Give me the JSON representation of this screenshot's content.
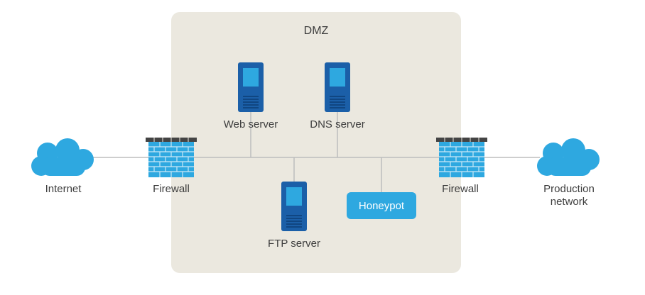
{
  "zone": {
    "title": "DMZ"
  },
  "nodes": {
    "internet": "Internet",
    "firewall_left": "Firewall",
    "web_server": "Web server",
    "dns_server": "DNS server",
    "ftp_server": "FTP server",
    "honeypot": "Honeypot",
    "firewall_right": "Firewall",
    "production_line1": "Production",
    "production_line2": "network"
  },
  "colors": {
    "cloud": "#2ea8e0",
    "server_body": "#1b5fa8",
    "server_screen": "#2ea8e0",
    "firewall_brick": "#2ea8e0",
    "firewall_cap": "#444444",
    "honeypot": "#2ea8e0",
    "dmz_background": "#ebe8df",
    "link_line": "#bdbdbd"
  }
}
